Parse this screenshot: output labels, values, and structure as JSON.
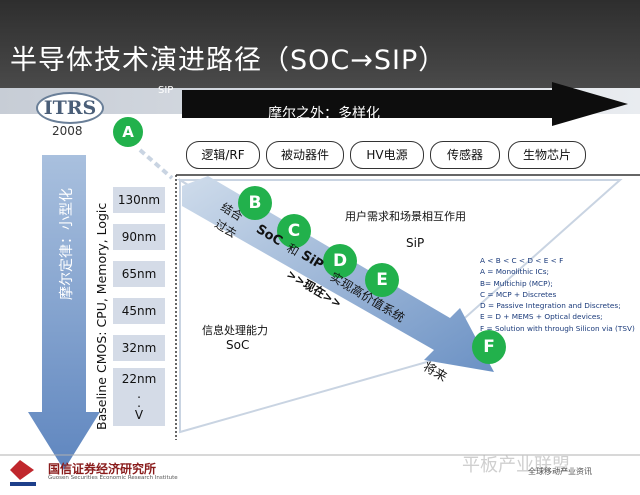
{
  "header": {
    "title": "半导体技术演进路径（SOC→SIP）",
    "org_logo": "ITRS",
    "year": "2008",
    "sip_label": "SIP"
  },
  "banner": {
    "label": "摩尔之外：多样化"
  },
  "categories": [
    "逻辑/RF",
    "被动器件",
    "HV电源",
    "传感器",
    "生物芯片"
  ],
  "left_arrow": {
    "label": "摩尔定律：小型化"
  },
  "baseline": {
    "label": "Baseline CMOS:  CPU, Memory, Logic"
  },
  "nodes": [
    "130nm",
    "90nm",
    "65nm",
    "45nm",
    "32nm",
    "22nm",
    ".",
    ".",
    "V"
  ],
  "stage_markers": [
    "A",
    "B",
    "C",
    "D",
    "E",
    "F"
  ],
  "diagonal": {
    "past": "过去",
    "combine": "结合",
    "soc": "SoC",
    "and": "和",
    "sip": "SiP",
    "value_text": "实现高价值系统",
    "present": ">>现在>>",
    "future": "将来"
  },
  "labels": {
    "demand": "用户需求和场景相互作用",
    "sip_region": "SiP",
    "info_processing": "信息处理能力",
    "soc_region": "SoC"
  },
  "legend": [
    "A < B < C < D < E < F",
    "A = Monolithic ICs;",
    "B= Multichip (MCP);",
    "C = MCP + Discretes",
    "D = Passive Integration and Discretes;",
    "E = D + MEMS + Optical devices;",
    "F = Solution with through Silicon via (TSV)"
  ],
  "footer": {
    "institute": "国信证券经济研究所",
    "institute_sub": "Guosen Securities Economic Research Institute",
    "watermark": "平板产业联盟",
    "watermark_sub": "全球移动产业资讯"
  },
  "colors": {
    "header_bg": "#3a3a3a",
    "accent_green": "#22b14c",
    "arrow_blue": "#7a9cc6",
    "node_box": "#d4dbe7"
  }
}
